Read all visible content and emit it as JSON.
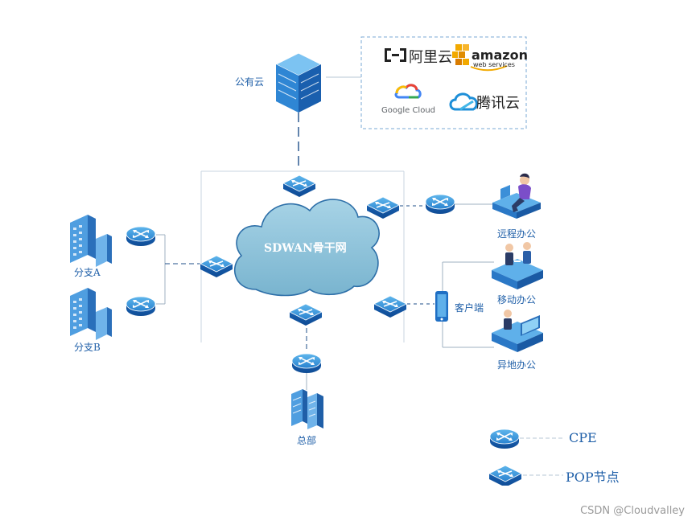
{
  "nodes": {
    "public_cloud": "公有云",
    "backbone": "SDWAN骨干网",
    "branch_a": "分支A",
    "branch_b": "分支B",
    "remote_office": "远程办公",
    "client": "客户端",
    "mobile_office": "移动办公",
    "offsite_office": "异地办公",
    "headquarters": "总部"
  },
  "cloud_providers": {
    "aliyun": "阿里云",
    "amazon": "amazon",
    "amazon_sub": "web services",
    "google": "Google Cloud",
    "tencent": "腾讯云"
  },
  "legend": {
    "cpe": "CPE",
    "pop": "POP节点"
  },
  "watermark": "CSDN @Cloudvalley",
  "colors": {
    "accent": "#1f6fc4",
    "cloud_fill": "#8ec3d9",
    "line": "#1f4f8a"
  }
}
